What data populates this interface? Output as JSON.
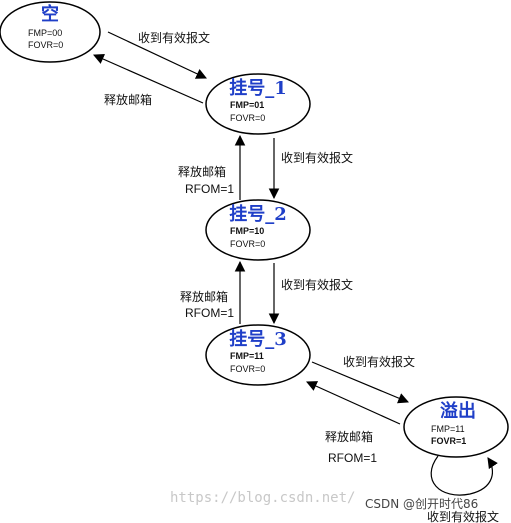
{
  "states": {
    "empty": {
      "title": "空",
      "fmp": "FMP=00",
      "fovr": "FOVR=0"
    },
    "pend1": {
      "title": "挂号_1",
      "fmp": "FMP=01",
      "fovr": "FOVR=0"
    },
    "pend2": {
      "title": "挂号_2",
      "fmp": "FMP=10",
      "fovr": "FOVR=0"
    },
    "pend3": {
      "title": "挂号_3",
      "fmp": "FMP=11",
      "fovr": "FOVR=0"
    },
    "overflow": {
      "title": "溢出",
      "fmp": "FMP=11",
      "fovr": "FOVR=1"
    }
  },
  "edges": {
    "recv_empty_1": "收到有效报文",
    "release_1_empty": "释放邮箱",
    "recv_1_2": "收到有效报文",
    "release_2_1": "释放邮箱",
    "rfom_2_1": "RFOM=1",
    "recv_2_3": "收到有效报文",
    "release_3_2": "释放邮箱",
    "rfom_3_2": "RFOM=1",
    "recv_3_ovr": "收到有效报文",
    "release_ovr_3": "释放邮箱",
    "rfom_ovr_3": "RFOM=1",
    "recv_ovr_self": "收到有效报文"
  },
  "watermark": "https://blog.csdn.net/",
  "csdn_credit": "CSDN @创开时代86"
}
